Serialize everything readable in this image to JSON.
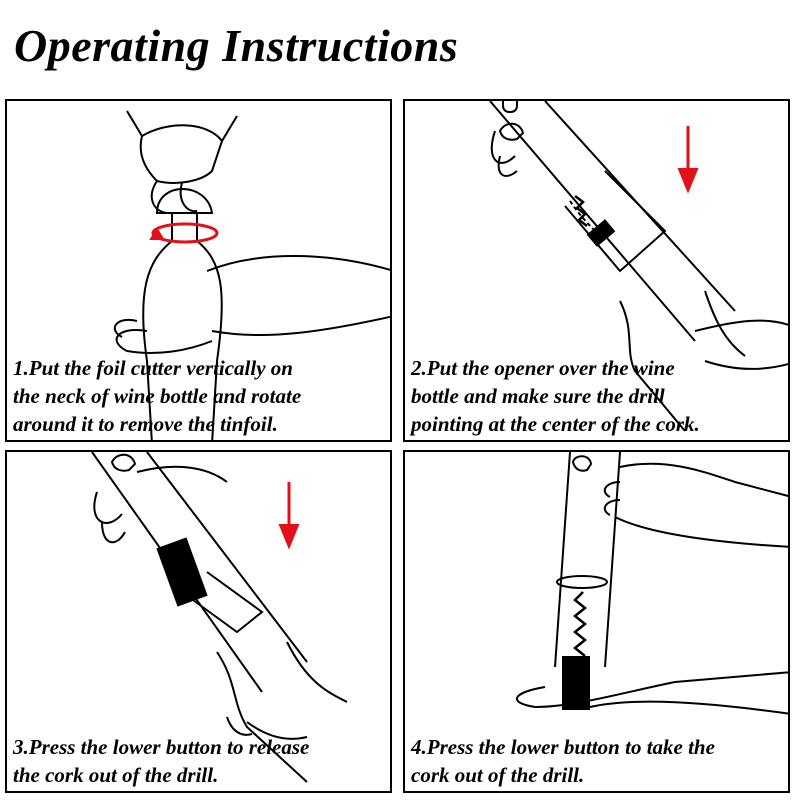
{
  "title": "Operating Instructions",
  "colors": {
    "accent": "#e3101a",
    "ink": "#000000"
  },
  "panels": [
    {
      "step": 1,
      "caption": [
        "1.Put the foil cutter vertically on",
        " the neck of wine bottle and rotate",
        "around it to remove the tinfoil."
      ]
    },
    {
      "step": 2,
      "caption": [
        "2.Put the opener over the wine",
        "bottle and make sure the drill",
        "pointing at the center of the cork."
      ]
    },
    {
      "step": 3,
      "caption": [
        "3.Press the lower button to release",
        "the cork out of the drill."
      ]
    },
    {
      "step": 4,
      "caption": [
        "4.Press the lower button to take the",
        "cork out of the drill."
      ]
    }
  ]
}
